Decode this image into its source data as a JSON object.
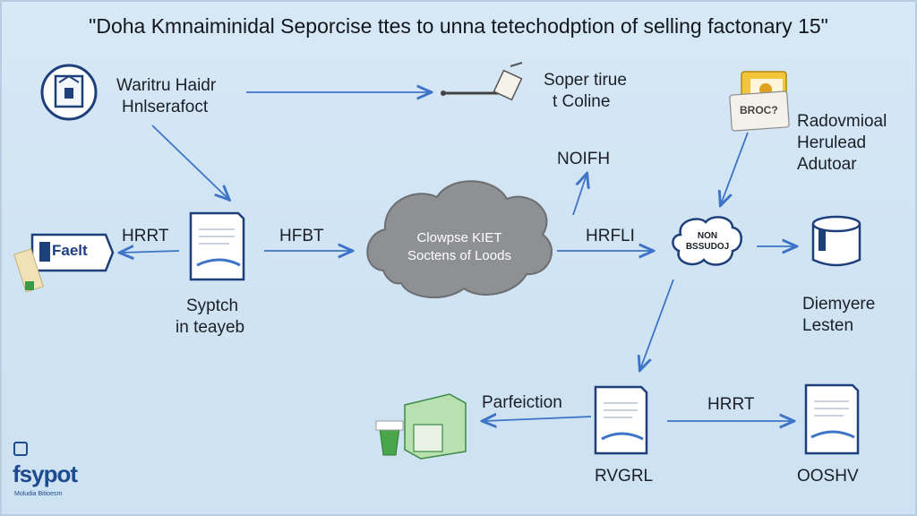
{
  "title": "\"Doha Kmnaiminidal Seporcise ttes to unna tetechodption of selling factonary 15\"",
  "nodes": {
    "top_left_label": [
      "Waritru Haidr",
      "Hnlserafoct"
    ],
    "top_right_mid_label": [
      "Soper tirue",
      "t Coline"
    ],
    "top_right_label": [
      "Radovmioal",
      "Herulead",
      "Adutoar"
    ],
    "top_right_badge": "BROC?",
    "mid_top_label": "NOIFH",
    "left_document_label": [
      "Syptch",
      "in teayeb"
    ],
    "left_tag_text": "Faelt",
    "cloud_label": [
      "Clowpse KIET",
      "Soctens of Loods"
    ],
    "bubble_label": [
      "NON",
      "BSSUDOJ"
    ],
    "right_db_label": [
      "Diemyere",
      "Lesten"
    ],
    "bottom_left_label": "Parfeiction",
    "bottom_mid_label": "RVGRL",
    "bottom_right_label": "OOSHV",
    "logo_text": "fsypot",
    "logo_sub": "Moludia Bitioesm"
  },
  "edges": {
    "left_edge": "HRRT",
    "mid_left_edge": "HFBT",
    "mid_right_edge": "HRFLI",
    "bottom_edge": "HRRT"
  },
  "colors": {
    "arrow": "#3d74c7",
    "cloud": "#8e9093",
    "doc_border": "#1d3f7a"
  }
}
